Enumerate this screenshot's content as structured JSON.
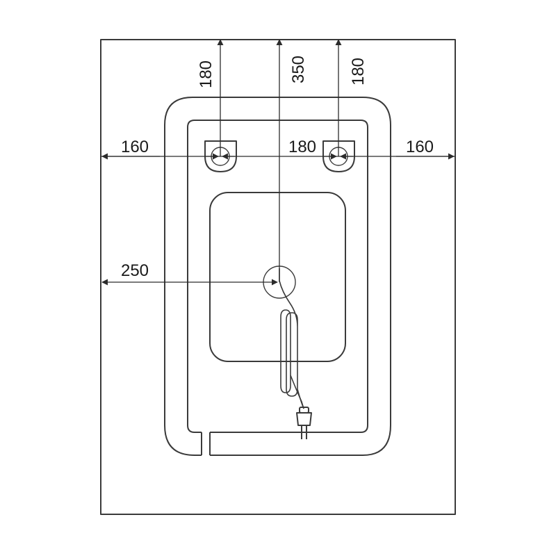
{
  "diagram": {
    "dimensions": {
      "left_hole_offset_top": "180",
      "center_cable_offset_top": "350",
      "right_hole_offset_top": "180",
      "left_hole_offset_left": "160",
      "hole_spacing": "180",
      "right_hole_offset_right": "160",
      "cable_offset_left": "250"
    },
    "colors": {
      "line": "#3a3a3a",
      "background": "#ffffff"
    }
  }
}
